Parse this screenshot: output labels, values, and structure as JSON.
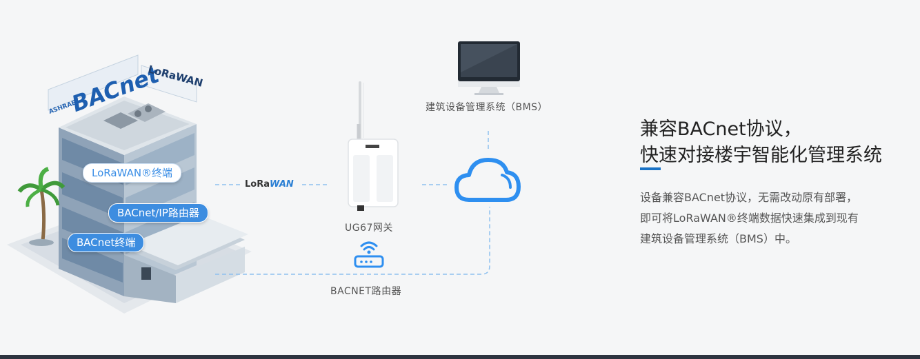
{
  "building": {
    "logo_bacnet": "BACnet",
    "logo_ashrae": "ASHRAE",
    "logo_lorawan": "LoRaWAN"
  },
  "labels": {
    "lorawan_terminal": "LoRaWAN®终端",
    "bacnet_ip_router": "BACnet/IP路由器",
    "bacnet_terminal": "BACnet终端"
  },
  "link_logo": {
    "lo": "LoRa",
    "wan": "WAN"
  },
  "gateway": {
    "caption": "UG67网关"
  },
  "bms": {
    "caption": "建筑设备管理系统（BMS）"
  },
  "router": {
    "caption": "BACNET路由器"
  },
  "right_panel": {
    "headline_line1": "兼容BACnet协议，",
    "headline_line2": "快速对接楼宇智能化管理系统",
    "desc_line1": "设备兼容BACnet协议，无需改动原有部署，",
    "desc_line2": "即可将LoRaWAN®终端数据快速集成到现有",
    "desc_line3": "建筑设备管理系统（BMS）中。"
  },
  "colors": {
    "accent": "#1a73c6",
    "pill_blue": "#3d8de0",
    "dashed": "#8ec0ef",
    "cloud": "#2e8ff0"
  }
}
